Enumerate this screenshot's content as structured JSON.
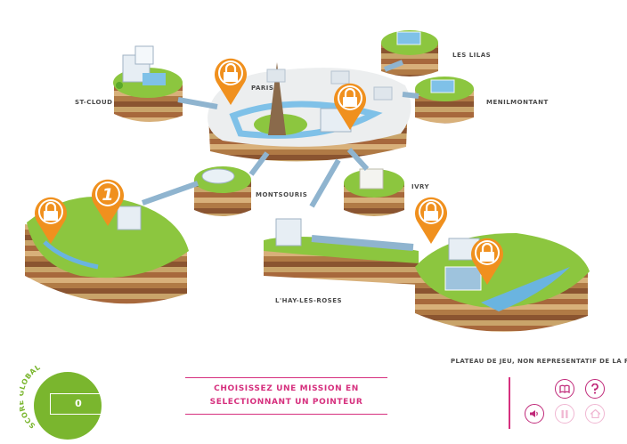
{
  "map": {
    "districts": {
      "st_cloud": "ST-CLOUD",
      "paris": "PARIS",
      "les_lilas": "LES LILAS",
      "menilmontant": "MENILMONTANT",
      "montsouris": "MONTSOURIS",
      "ivry": "IVRY",
      "lhay_les_roses": "L'HAY-LES-ROSES"
    },
    "disclaimer": "PLATEAU DE JEU, NON REPRESENTATIF DE LA REALITE",
    "pins": [
      {
        "id": "paris-west",
        "state": "locked",
        "icon": "lock-icon"
      },
      {
        "id": "paris-east",
        "state": "locked",
        "icon": "lock-icon"
      },
      {
        "id": "source-lock",
        "state": "locked",
        "icon": "lock-icon"
      },
      {
        "id": "source-one",
        "state": "available",
        "number": "1"
      },
      {
        "id": "aqueduct-lock",
        "state": "locked",
        "icon": "lock-icon"
      },
      {
        "id": "plant-lock",
        "state": "locked",
        "icon": "lock-icon"
      }
    ]
  },
  "score": {
    "title": "SCORE GLOBAL",
    "value": "0"
  },
  "instruction": {
    "line1": "CHOISISSEZ UNE MISSION EN",
    "line2": "SELECTIONNANT UN POINTEUR"
  },
  "controls": [
    {
      "name": "book-button",
      "icon": "book-icon"
    },
    {
      "name": "help-button",
      "icon": "question-icon"
    },
    {
      "name": "sound-button",
      "icon": "speaker-icon"
    },
    {
      "name": "pause-button",
      "icon": "pause-icon",
      "disabled": true
    },
    {
      "name": "home-button",
      "icon": "home-icon",
      "disabled": true
    }
  ],
  "colors": {
    "accent": "#d6307e",
    "grass": "#8cc63f",
    "pin": "#f0901e",
    "water": "#6ab4e0",
    "score": "#7ab62e"
  }
}
